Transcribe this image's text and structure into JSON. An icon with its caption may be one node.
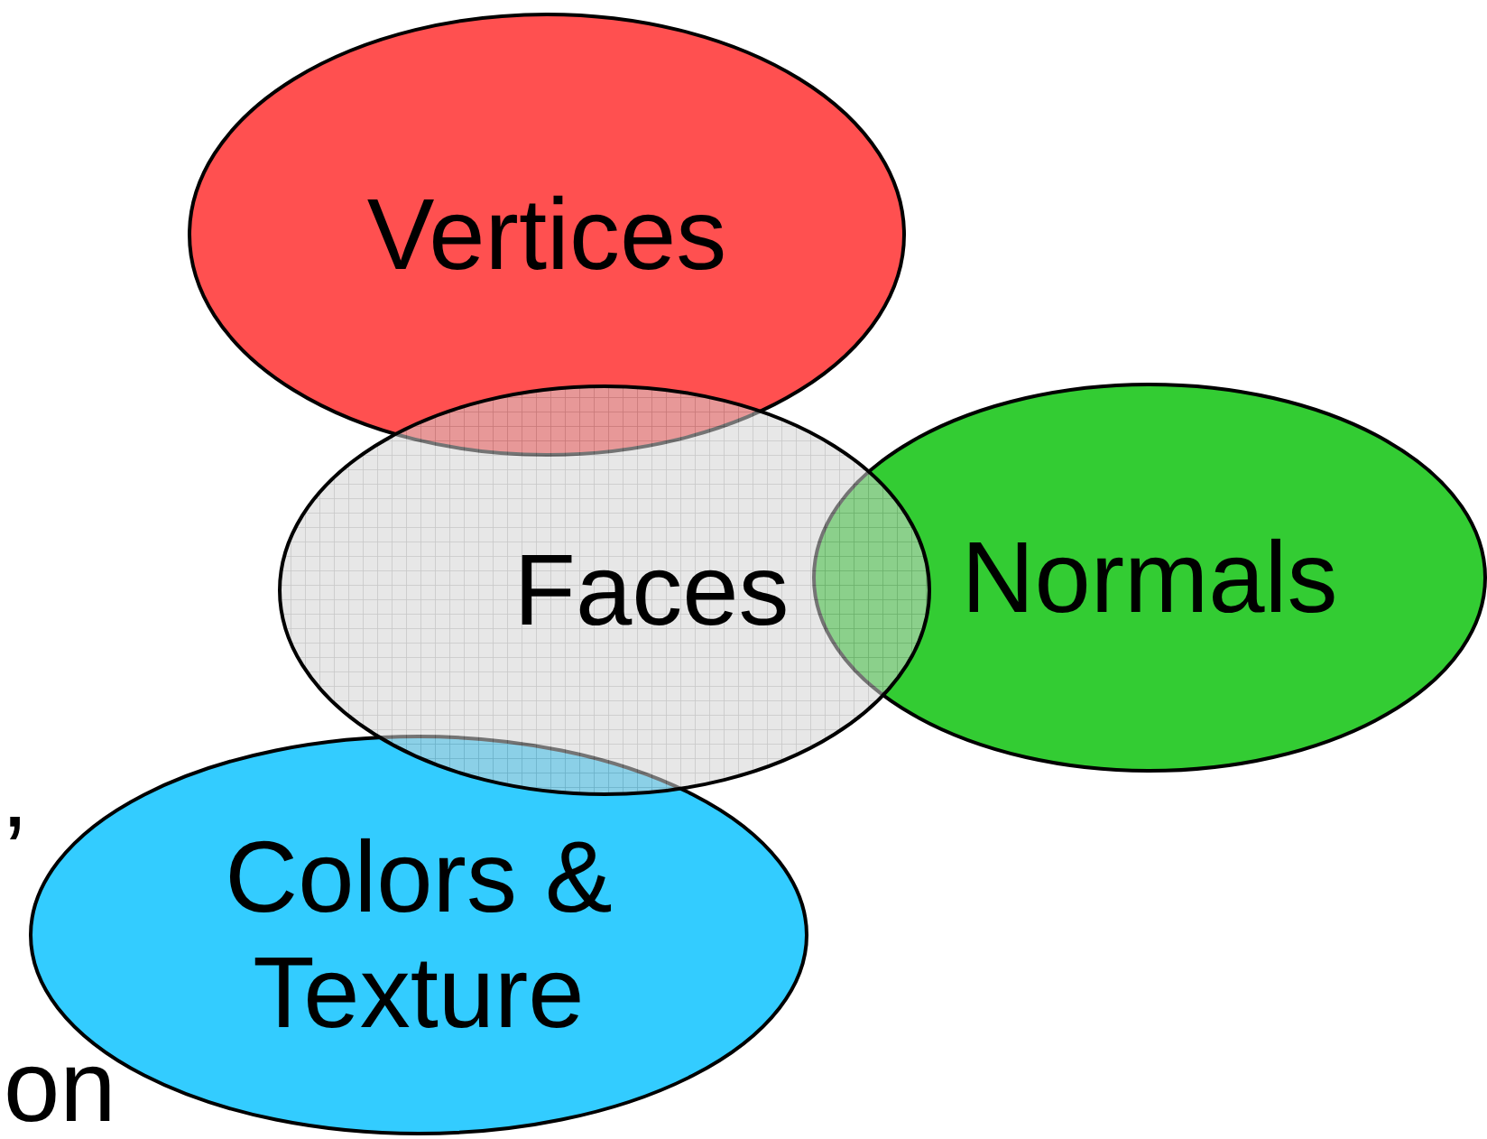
{
  "diagram": {
    "nodes": [
      {
        "text": [
          "Vertices"
        ]
      },
      {
        "text": [
          "Faces"
        ]
      },
      {
        "text": [
          "Normals"
        ]
      },
      {
        "text": [
          "Colors & Texture"
        ]
      }
    ],
    "labels": [
      "’",
      "on"
    ]
  }
}
